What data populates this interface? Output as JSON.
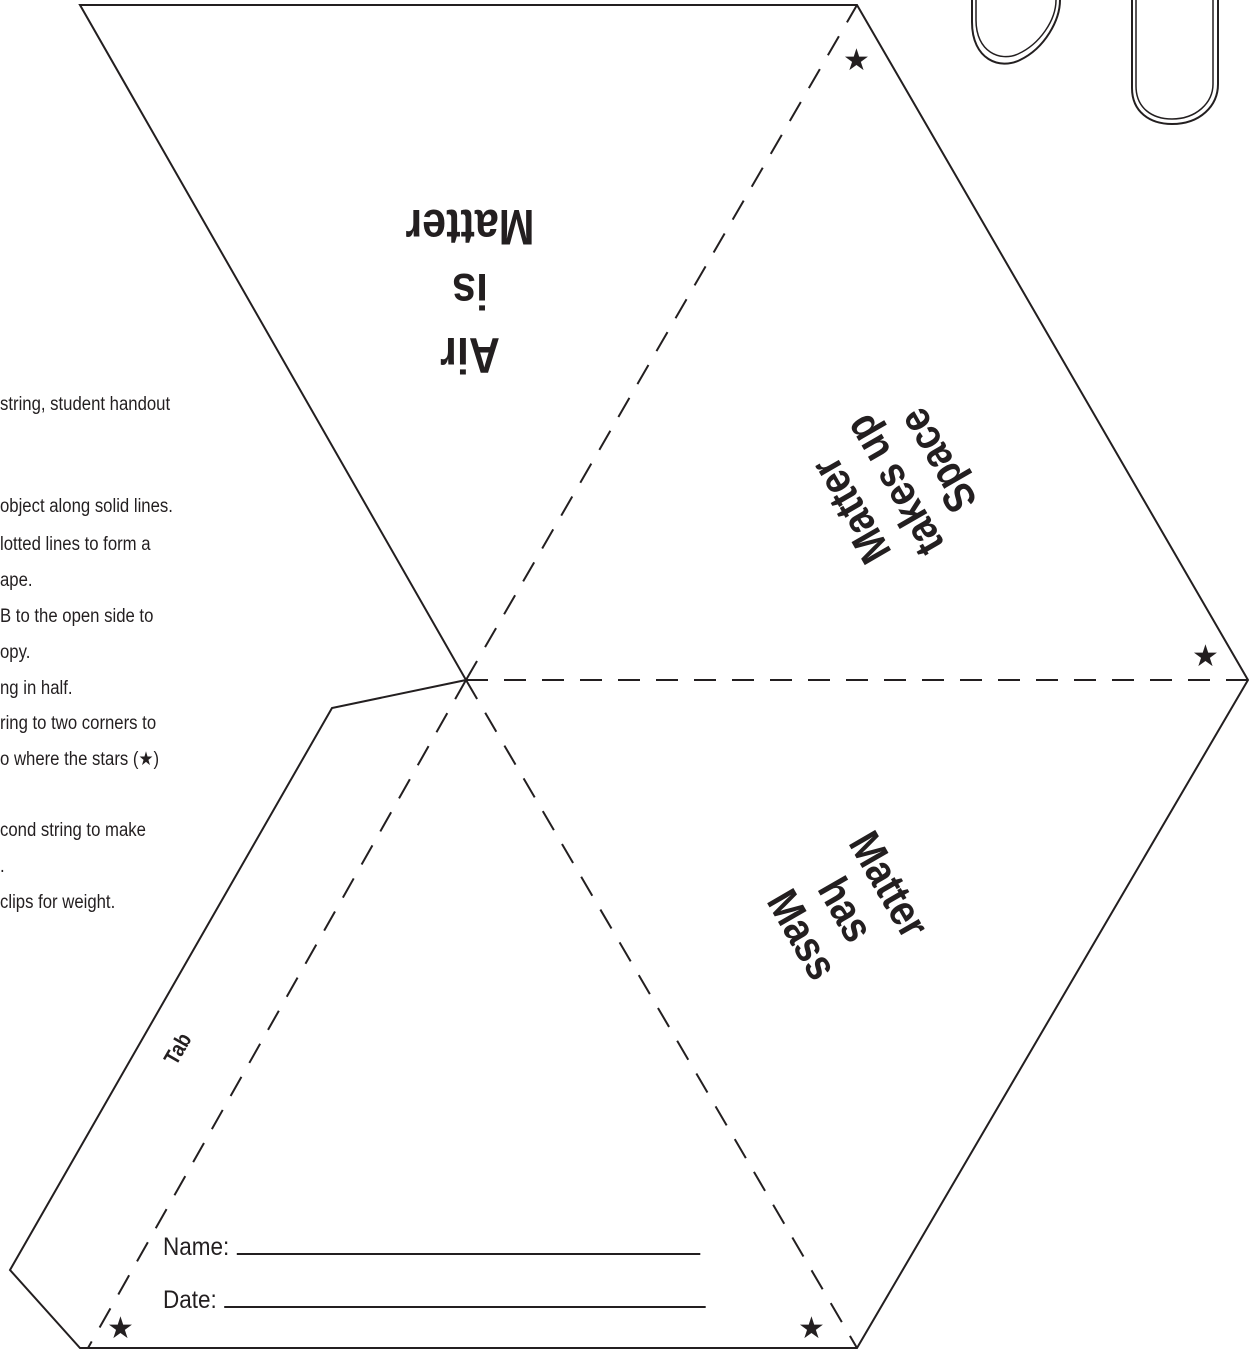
{
  "materials_line": "string, student handout",
  "instructions": [
    "object along solid lines.",
    "lotted lines to form a",
    "ape.",
    "B to the open side to",
    "opy.",
    "ng in half.",
    "ring to two corners to",
    "o where the stars (★)",
    "cond string to make",
    ".",
    "clips for weight."
  ],
  "panels": {
    "air_is_matter": "Air\nis\nMatter",
    "takes_up_space": "Matter\ntakes up\nSpace",
    "has_mass": "Matter\nhas\nMass"
  },
  "tab_label": "Tab",
  "form": {
    "name_label": "Name:",
    "date_label": "Date:"
  },
  "star_symbol": "★",
  "colors": {
    "ink": "#231f20",
    "paper": "#ffffff"
  }
}
